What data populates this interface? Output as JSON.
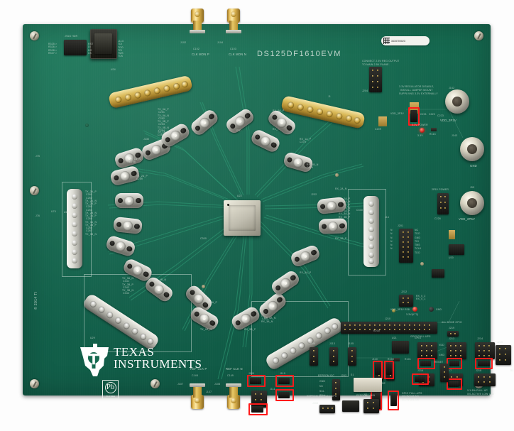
{
  "board": {
    "title": "DS125DF1610EVM",
    "copyright": "© 2014 TI",
    "vendor_line1": "TEXAS",
    "vendor_line2": "INSTRUMENTS",
    "pb_free_symbol": "Pb",
    "pb_free_text": "Pb-FREE",
    "serial_sticker": "3415700023",
    "pcb_color": "#15694f",
    "highlight_color": "#ff1a1a"
  },
  "connectors": {
    "sma": [
      {
        "ref": "J102",
        "label": "CLK MON P",
        "position": "top-left"
      },
      {
        "ref": "J104",
        "label": "CLK MON N",
        "position": "top-right"
      },
      {
        "ref": "J107",
        "label": "REF CLK P",
        "position": "bottom-left"
      },
      {
        "ref": "J108",
        "label": "REF CLK N",
        "position": "bottom-right"
      }
    ],
    "banana_jacks": [
      {
        "ref": "J143",
        "label": "GND"
      },
      {
        "ref": "J99",
        "label": "VDD_2P5V"
      },
      {
        "ref": "J142",
        "label": "VDD_3P3V"
      }
    ],
    "main_ic": {
      "ref": "U22",
      "type": "BGA"
    },
    "jtag_header": {
      "ref": "J201",
      "pins": [
        "NC",
        "TDO",
        "GND",
        "TDI",
        "TMS",
        "TCLK",
        "TDO"
      ]
    },
    "edge_connector_top_left": {
      "ref": "U24"
    },
    "edge_connector_top_right": {
      "ref": "J1"
    },
    "edge_connector_bottom_left": {
      "ref": "U29"
    },
    "edge_connector_bottom_right": {
      "ref": "U23"
    },
    "expansion_header": {
      "ref": "J210",
      "type": "2x20"
    },
    "power_header": {
      "ref": "J204",
      "type": "2x4"
    }
  },
  "silkscreen": {
    "regulator_note_line1": "3.3V REGULATOR DISABLE,",
    "regulator_note_line2": "INSTALL JUMPER MOUNT",
    "regulator_note_line3": "SUPPLYING 3.3V EXTERNALLY",
    "supply_note_line1": "CONNECT 2.5V REG OUTPUT",
    "supply_note_line2": "TO MAIN 2.5V PLANE.",
    "eeprom_i2c": "EEPROM I2C",
    "eeprom_i2c_pullups": "EEPROM I2C PULL-UPS",
    "eeprom_main": "EEPROM MAIN",
    "gpio_pullups": "GPIO PULL-UPS",
    "pullup_note_1": "1/1-5% PULL-UP",
    "pullup_note_2": "0/0-ACTIVE LOW LED",
    "all_done_gpio": "ALL DONE GPIO",
    "power_3v3": "3.3V POWER",
    "led_3v3": "3.3V",
    "vdd_3p3v": "VDD_3P3V",
    "vdd_2p5v": "VDD_2P5V",
    "ref_clk_p": "REF CLK P",
    "ref_clk_n": "REF CLK N",
    "clk_mon_p": "CLK MON P",
    "clk_mon_n": "CLK MON N",
    "gnd": "GND",
    "jtag_hdr": "JTAG HDR",
    "channel_labels": [
      "TX_0A_P",
      "TX_0A_N",
      "TX_0B_P",
      "TX_0B_N",
      "TX_1A_P",
      "TX_1A_N",
      "TX_1B_P",
      "TX_1B_N",
      "TX_2A_P",
      "TX_2A_N",
      "TX_2B_P",
      "TX_2B_N",
      "TX_3A_P",
      "TX_3A_N",
      "TX_3B_P",
      "TX_3B_N",
      "RX_0A_P",
      "RX_0A_N",
      "RX_0B_P",
      "RX_0B_N",
      "RX_1A_P",
      "RX_1A_N",
      "RX_1B_P",
      "RX_1B_N",
      "RX_2A_P",
      "RX_2A_N",
      "RX_2B_P",
      "RX_2B_N",
      "RX_3A_P",
      "RX_3A_N",
      "RX_3B_P",
      "RX_3B_N"
    ]
  },
  "highlighted_jumpers": [
    {
      "id": "jp-3v3-reg-disable",
      "area": "top-right-regulator"
    },
    {
      "id": "jp-gpio-1",
      "area": "bottom-right-gpio-bank-1"
    },
    {
      "id": "jp-gpio-2",
      "area": "bottom-right-gpio-bank-2"
    },
    {
      "id": "jp-gpio-3",
      "area": "bottom-right-gpio-bank-3"
    },
    {
      "id": "jp-mode-1",
      "area": "bottom-right-mode-1"
    },
    {
      "id": "jp-mode-2",
      "area": "bottom-right-mode-2"
    },
    {
      "id": "jp-pullup-a",
      "area": "bottom-right-pullups-a"
    },
    {
      "id": "jp-pullup-b",
      "area": "bottom-right-pullups-b"
    },
    {
      "id": "jp-i2c-a",
      "area": "bottom-center-i2c-a"
    },
    {
      "id": "jp-i2c-b",
      "area": "bottom-center-i2c-b"
    },
    {
      "id": "jp-i2c-c",
      "area": "bottom-center-i2c-c"
    },
    {
      "id": "jp-i2c-d",
      "area": "bottom-center-i2c-d"
    },
    {
      "id": "jp-reset",
      "area": "bottom-right-reset"
    }
  ]
}
